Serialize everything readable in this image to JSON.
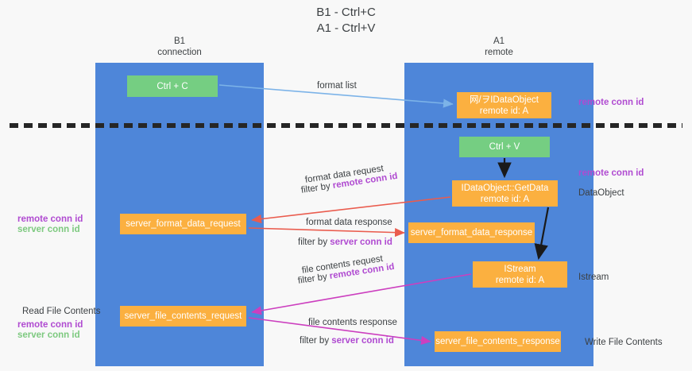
{
  "title": {
    "line1": "B1 - Ctrl+C",
    "line2": "A1 - Ctrl+V"
  },
  "lanes": [
    {
      "id": "b1",
      "name": "B1",
      "sub": "connection",
      "color": "#4e86d9"
    },
    {
      "id": "a1",
      "name": "A1",
      "sub": "remote",
      "color": "#4e86d9"
    }
  ],
  "nodes": {
    "ctrl_c": {
      "label": "Ctrl + C",
      "color": "#75ce82"
    },
    "data_object": {
      "line1": "网/ヲIDataObject",
      "line2": "remote id: A",
      "color": "#fbb040"
    },
    "ctrl_v": {
      "label": "Ctrl + V",
      "color": "#75ce82"
    },
    "get_data": {
      "line1": "IDataObject::GetData",
      "line2": "remote id: A",
      "color": "#fbb040"
    },
    "format_data_request": {
      "label": "server_format_data_request",
      "color": "#fbb040"
    },
    "format_data_response": {
      "label": "server_format_data_response",
      "color": "#fbb040"
    },
    "istream": {
      "line1": "IStream",
      "line2": "remote id: A",
      "color": "#fbb040"
    },
    "file_contents_request": {
      "label": "server_file_contents_request",
      "color": "#fbb040"
    },
    "file_contents_response": {
      "label": "server_file_contents_response",
      "color": "#fbb040"
    }
  },
  "edge_labels": {
    "format_list": "format list",
    "format_data_request": "format data request",
    "format_data_request_filter_prefix": "filter by ",
    "format_data_request_filter_key": "remote conn id",
    "format_data_response": "format data response",
    "format_data_response_filter_prefix": "filter by ",
    "format_data_response_filter_key": "server conn id",
    "file_contents_request": "file contents request",
    "file_contents_request_filter_prefix": "filter by ",
    "file_contents_request_filter_key": "remote conn id",
    "file_contents_response": "file contents response",
    "file_contents_response_filter_prefix": "filter by ",
    "file_contents_response_filter_key": "server conn id"
  },
  "right_labels": {
    "remote_conn_id_top": "remote conn id",
    "remote_conn_id_mid": "remote conn id",
    "data_object": "DataObject",
    "istream": "Istream",
    "write_file_contents": "Write File Contents"
  },
  "left_labels": {
    "remote_conn_id_mid": "remote conn id",
    "server_conn_id_mid": "server conn id",
    "read_file_contents": "Read File Contents",
    "remote_conn_id_bottom": "remote conn id",
    "server_conn_id_bottom": "server conn id"
  },
  "colors": {
    "lane": "#4e86d9",
    "green_node": "#75ce82",
    "orange_node": "#fbb040",
    "purple_text": "#b04bd1",
    "green_text": "#7dc97f",
    "red_arrow": "#ea5c4e",
    "magenta_arrow": "#cc3fbf",
    "blue_arrow": "#7cb3e8",
    "black_arrow": "#1a1a1a",
    "background": "#f8f8f8"
  }
}
